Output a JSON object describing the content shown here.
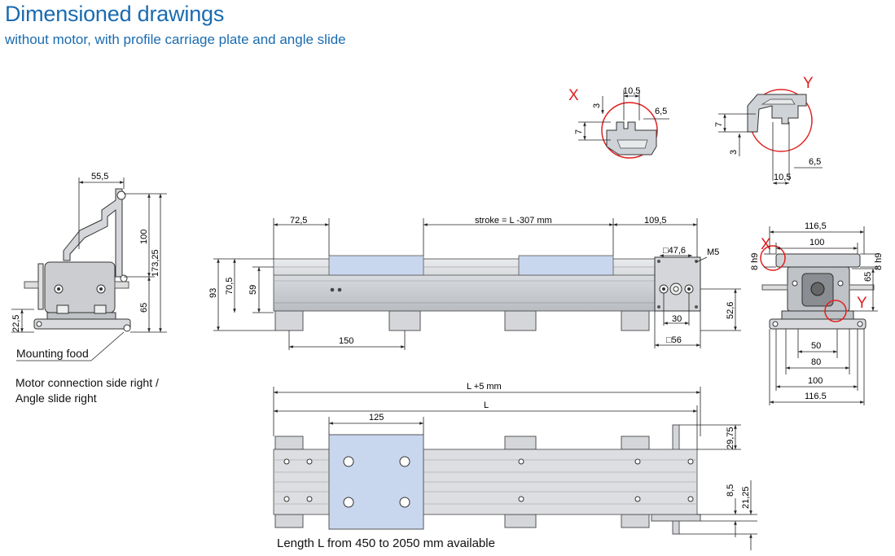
{
  "header": {
    "title": "Dimensioned drawings",
    "subtitle": "without motor, with profile carriage plate and angle slide"
  },
  "captions": {
    "mounting_foot": "Mounting food",
    "side_line1": "Motor connection side right /",
    "side_line2": "Angle slide right",
    "length_note": "Length L from 450 to 2050 mm available"
  },
  "markers": {
    "x": "X",
    "y": "Y"
  },
  "dimensions": {
    "side_view": {
      "top_width": "55,5",
      "h100": "100",
      "h173": "173,25",
      "h65": "65",
      "h22": "22,5"
    },
    "front_view": {
      "d72": "72,5",
      "stroke": "stroke = L -307 mm",
      "d109": "109,5",
      "d47": "□47,6",
      "m5": "M5",
      "d93": "93",
      "d70": "70,5",
      "d59": "59",
      "d52": "52,6",
      "d30": "30",
      "d56": "□56",
      "d150": "150"
    },
    "detail_x": {
      "w10": "10,5",
      "d3": "3",
      "d6": "6,5",
      "d7": "7"
    },
    "detail_y": {
      "w10": "10,5",
      "d3": "3",
      "d6": "6,5",
      "d7": "7"
    },
    "end_view": {
      "w116top": "116,5",
      "w100top": "100",
      "h8l": "8 h9",
      "h8r": "8 h9",
      "h65": "65",
      "w50": "50",
      "w80": "80",
      "w100b": "100",
      "w116b": "116.5"
    },
    "top_view": {
      "l5": "L +5 mm",
      "l": "L",
      "d125": "125",
      "d29": "29,75",
      "d8": "8,5",
      "d21": "21,25"
    }
  },
  "colors": {
    "title": "#1a6bb0",
    "marker": "#e02020",
    "profile": "#d8dade",
    "carriage": "#c9d7ee",
    "line": "#222222"
  }
}
